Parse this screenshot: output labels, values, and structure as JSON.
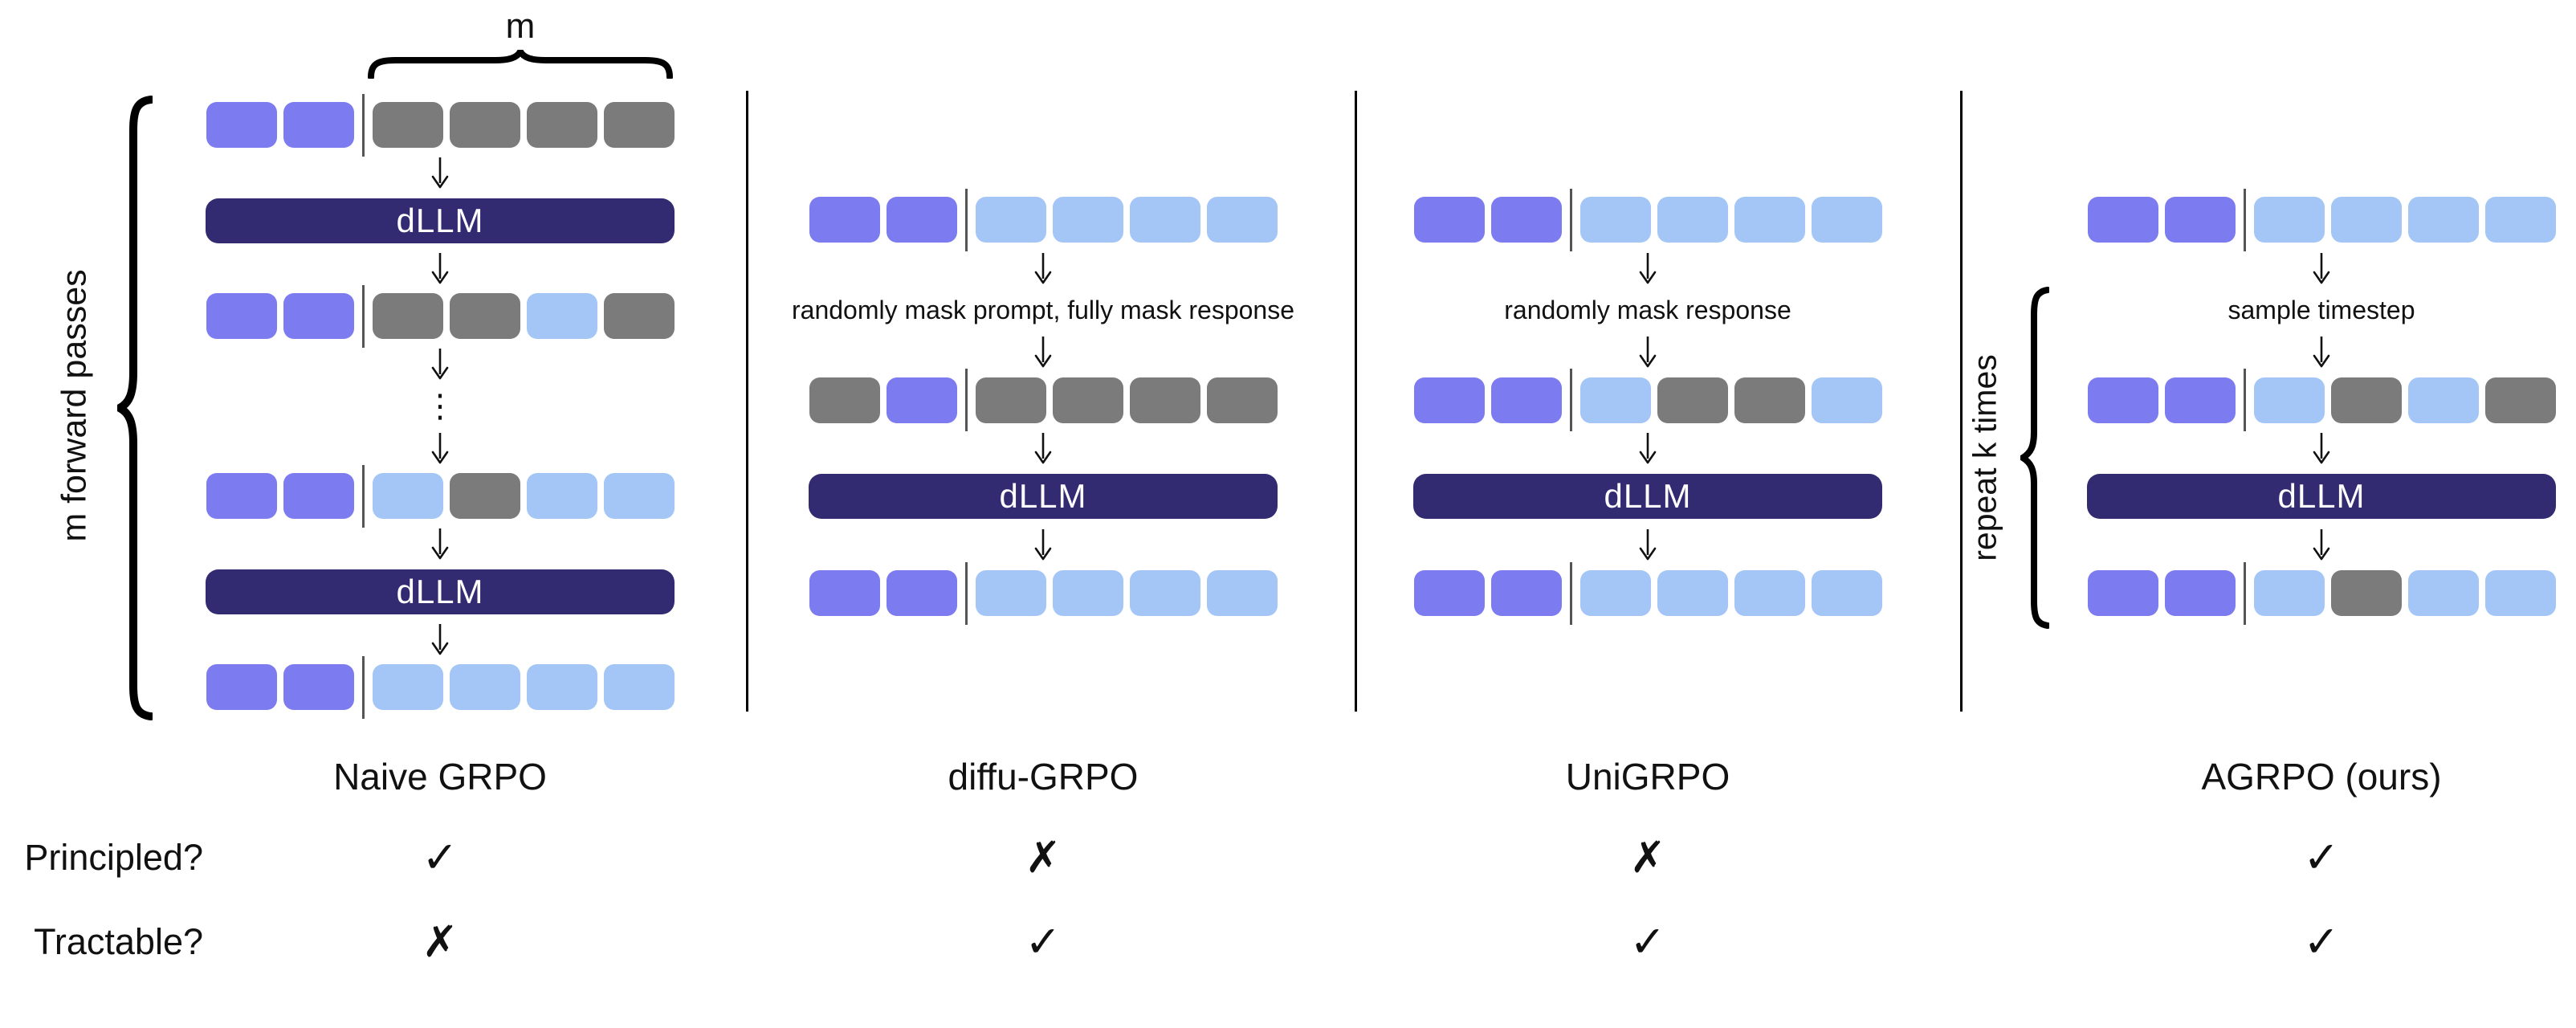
{
  "diagram": {
    "m_brace_label": "m",
    "left_brace_label": "m forward passes",
    "repeat_brace_label": "repeat k times",
    "dots_glyph": "⋮",
    "colors": {
      "prompt_token": "#7c7cf0",
      "response_token": "#a3c6f7",
      "masked_token": "#7b7b7b",
      "dllm_bar": "#322b72",
      "dllm_text": "#ffffff"
    },
    "columns": [
      {
        "id": "naive-grpo",
        "title": "Naive GRPO",
        "sequence": [
          {
            "type": "tokens",
            "cells": [
              "prompt",
              "prompt",
              "divider",
              "masked",
              "masked",
              "masked",
              "masked"
            ]
          },
          {
            "type": "arrow"
          },
          {
            "type": "dllm",
            "label": "dLLM"
          },
          {
            "type": "arrow"
          },
          {
            "type": "tokens",
            "cells": [
              "prompt",
              "prompt",
              "divider",
              "masked",
              "masked",
              "response",
              "masked"
            ]
          },
          {
            "type": "arrow"
          },
          {
            "type": "dots"
          },
          {
            "type": "arrow"
          },
          {
            "type": "tokens",
            "cells": [
              "prompt",
              "prompt",
              "divider",
              "response",
              "masked",
              "response",
              "response"
            ]
          },
          {
            "type": "arrow"
          },
          {
            "type": "dllm",
            "label": "dLLM"
          },
          {
            "type": "arrow"
          },
          {
            "type": "tokens",
            "cells": [
              "prompt",
              "prompt",
              "divider",
              "response",
              "response",
              "response",
              "response"
            ]
          }
        ]
      },
      {
        "id": "diffu-grpo",
        "title": "diffu-GRPO",
        "sequence": [
          {
            "type": "tokens",
            "cells": [
              "prompt",
              "prompt",
              "divider",
              "response",
              "response",
              "response",
              "response"
            ]
          },
          {
            "type": "arrow"
          },
          {
            "type": "text",
            "label": "randomly mask prompt, fully mask response"
          },
          {
            "type": "arrow"
          },
          {
            "type": "tokens",
            "cells": [
              "masked",
              "prompt",
              "divider",
              "masked",
              "masked",
              "masked",
              "masked"
            ]
          },
          {
            "type": "arrow"
          },
          {
            "type": "dllm",
            "label": "dLLM"
          },
          {
            "type": "arrow"
          },
          {
            "type": "tokens",
            "cells": [
              "prompt",
              "prompt",
              "divider",
              "response",
              "response",
              "response",
              "response"
            ]
          }
        ]
      },
      {
        "id": "unigrpo",
        "title": "UniGRPO",
        "sequence": [
          {
            "type": "tokens",
            "cells": [
              "prompt",
              "prompt",
              "divider",
              "response",
              "response",
              "response",
              "response"
            ]
          },
          {
            "type": "arrow"
          },
          {
            "type": "text",
            "label": "randomly mask response"
          },
          {
            "type": "arrow"
          },
          {
            "type": "tokens",
            "cells": [
              "prompt",
              "prompt",
              "divider",
              "response",
              "masked",
              "masked",
              "response"
            ]
          },
          {
            "type": "arrow"
          },
          {
            "type": "dllm",
            "label": "dLLM"
          },
          {
            "type": "arrow"
          },
          {
            "type": "tokens",
            "cells": [
              "prompt",
              "prompt",
              "divider",
              "response",
              "response",
              "response",
              "response"
            ]
          }
        ]
      },
      {
        "id": "agrpo",
        "title": "AGRPO (ours)",
        "sequence": [
          {
            "type": "tokens",
            "cells": [
              "prompt",
              "prompt",
              "divider",
              "response",
              "response",
              "response",
              "response"
            ]
          },
          {
            "type": "arrow"
          },
          {
            "type": "text",
            "label": "sample timestep"
          },
          {
            "type": "arrow"
          },
          {
            "type": "tokens",
            "cells": [
              "prompt",
              "prompt",
              "divider",
              "response",
              "masked",
              "response",
              "masked"
            ]
          },
          {
            "type": "arrow"
          },
          {
            "type": "dllm",
            "label": "dLLM"
          },
          {
            "type": "arrow"
          },
          {
            "type": "tokens",
            "cells": [
              "prompt",
              "prompt",
              "divider",
              "response",
              "masked",
              "response",
              "response"
            ]
          }
        ]
      }
    ],
    "comparison": {
      "glyphs": {
        "check": "✓",
        "cross": "✗"
      },
      "rows": [
        {
          "label": "Principled?",
          "marks": [
            "check",
            "cross",
            "cross",
            "check"
          ]
        },
        {
          "label": "Tractable?",
          "marks": [
            "cross",
            "check",
            "check",
            "check"
          ]
        }
      ]
    }
  }
}
